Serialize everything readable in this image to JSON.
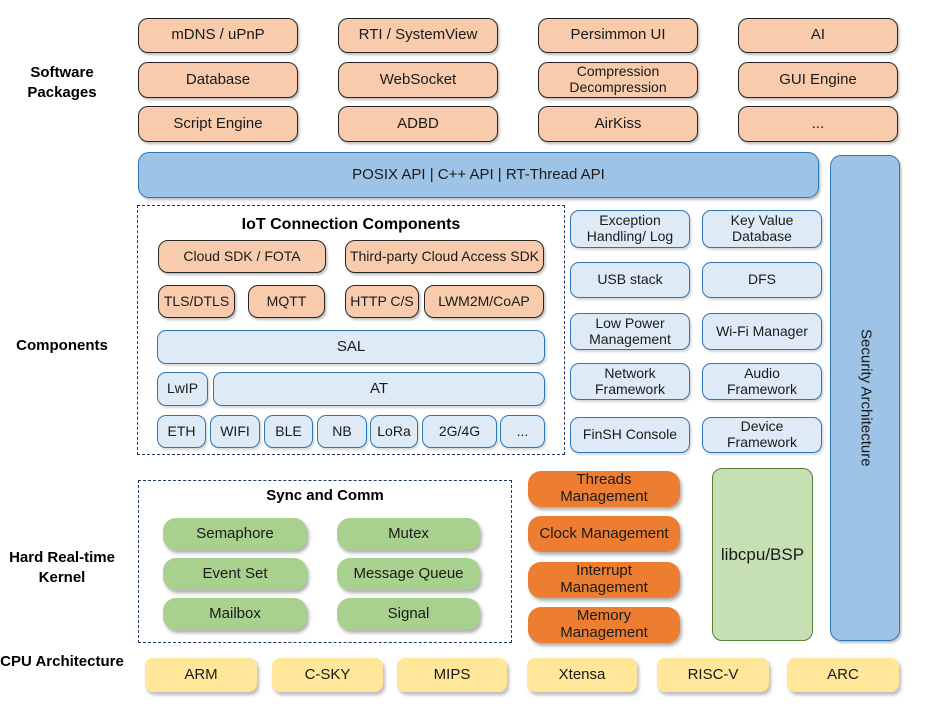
{
  "section_labels": {
    "software": "Software Packages",
    "components": "Components",
    "kernel": "Hard Real-time Kernel",
    "cpu": "CPU Architecture"
  },
  "software_packages": [
    "mDNS / uPnP",
    "RTI / SystemView",
    "Persimmon UI",
    "AI",
    "Database",
    "WebSocket",
    "Compression Decompression",
    "GUI Engine",
    "Script Engine",
    "ADBD",
    "AirKiss",
    "..."
  ],
  "api_bar": "POSIX API  |  C++ API  |  RT-Thread API",
  "security_bar": "Security Architecture",
  "iot": {
    "title": "IoT Connection Components",
    "cloud": [
      "Cloud SDK / FOTA",
      "Third-party Cloud Access SDK"
    ],
    "protocols": [
      "TLS/DTLS",
      "MQTT",
      "HTTP C/S",
      "LWM2M/CoAP"
    ],
    "sal": "SAL",
    "lwip": "LwIP",
    "at": "AT",
    "links": [
      "ETH",
      "WIFI",
      "BLE",
      "NB",
      "LoRa",
      "2G/4G",
      "..."
    ]
  },
  "services": [
    "Exception Handling/ Log",
    "Key Value Database",
    "USB stack",
    "DFS",
    "Low Power Management",
    "Wi-Fi Manager",
    "Network Framework",
    "Audio Framework",
    "FinSH Console",
    "Device Framework"
  ],
  "kernel": {
    "sync_title": "Sync and Comm",
    "sync": [
      "Semaphore",
      "Mutex",
      "Event Set",
      "Message Queue",
      "Mailbox",
      "Signal"
    ],
    "mgmt": [
      "Threads Management",
      "Clock Management",
      "Interrupt Management",
      "Memory Management"
    ],
    "libcpu": "libcpu/BSP"
  },
  "cpu": [
    "ARM",
    "C-SKY",
    "MIPS",
    "Xtensa",
    "RISC-V",
    "ARC"
  ],
  "colors": {
    "peach": "#F8CBAD",
    "blue": "#9DC3E6",
    "lightblue": "#DEEBF7",
    "blueborder": "#2E75B6",
    "navy": "#1F3864",
    "green": "#A9D18E",
    "darkorange": "#ED7D31",
    "lightgreen": "#C6E0B4",
    "greenborder": "#538135",
    "yellow": "#FFE699"
  }
}
